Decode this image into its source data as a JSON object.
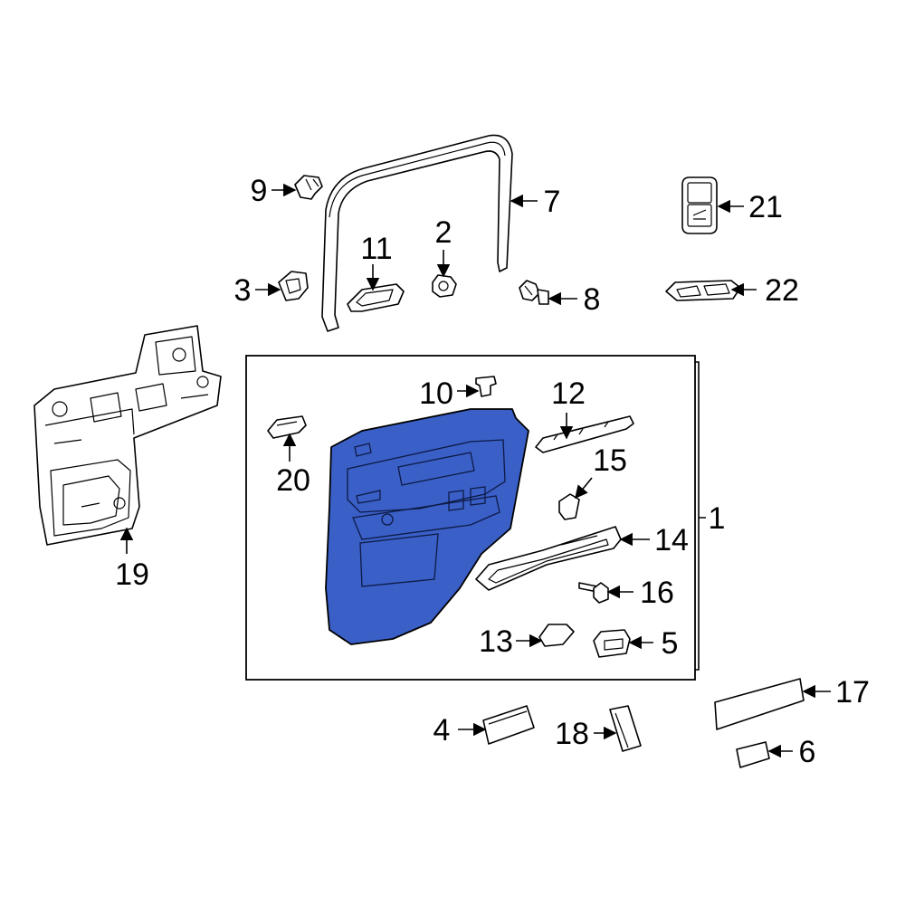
{
  "diagram": {
    "highlight_color": "#3a5fc7",
    "callouts": {
      "c1": "1",
      "c2": "2",
      "c3": "3",
      "c4": "4",
      "c5": "5",
      "c6": "6",
      "c7": "7",
      "c8": "8",
      "c9": "9",
      "c10": "10",
      "c11": "11",
      "c12": "12",
      "c13": "13",
      "c14": "14",
      "c15": "15",
      "c16": "16",
      "c17": "17",
      "c18": "18",
      "c19": "19",
      "c20": "20",
      "c21": "21",
      "c22": "22"
    }
  }
}
